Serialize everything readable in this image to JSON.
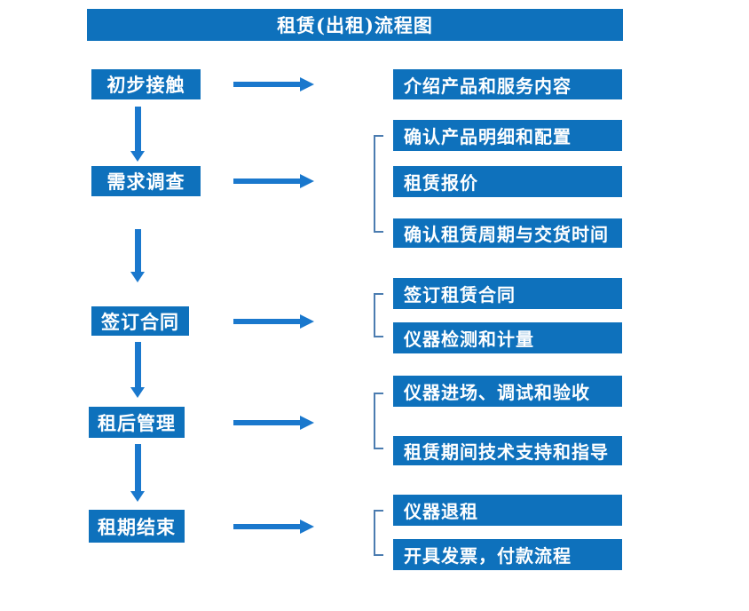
{
  "title": "租赁(出租)流程图",
  "colors": {
    "box_blue": "#0e71bc",
    "arrow_blue": "#1a78cd",
    "bracket_blue": "#4b7cb0",
    "text": "#ffffff",
    "background": "#ffffff"
  },
  "steps": [
    {
      "label": "初步接触",
      "details": [
        "介绍产品和服务内容"
      ]
    },
    {
      "label": "需求调查",
      "details": [
        "确认产品明细和配置",
        "租赁报价",
        "确认租赁周期与交货时间"
      ]
    },
    {
      "label": "签订合同",
      "details": [
        "签订租赁合同",
        "仪器检测和计量"
      ]
    },
    {
      "label": "租后管理",
      "details": [
        "仪器进场、调试和验收",
        "租赁期间技术支持和指导"
      ]
    },
    {
      "label": "租期结束",
      "details": [
        "仪器退租",
        "开具发票，付款流程"
      ]
    }
  ]
}
